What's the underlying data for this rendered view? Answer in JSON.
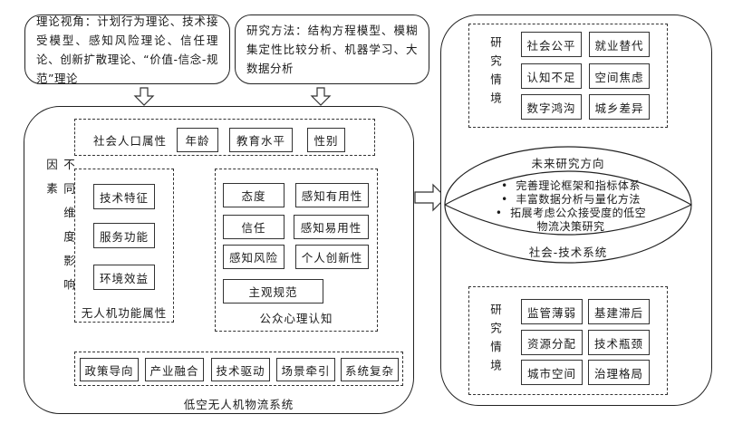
{
  "top": {
    "theory_box": "理论视角：计划行为理论、技术接受模型、感知风险理论、信任理论、创新扩散理论、“价值-信念-规范”理论",
    "method_box": "研究方法：结构方程模型、模糊集定性比较分析、机器学习、大数据分析"
  },
  "left_system": {
    "side_label": "不同维度影响因素",
    "demographic": {
      "label": "社会人口属性",
      "items": [
        "年龄",
        "教育水平",
        "性别"
      ]
    },
    "drone_function": {
      "label": "无人机功能属性",
      "items": [
        "技术特征",
        "服务功能",
        "环境效益"
      ]
    },
    "public_psychology": {
      "label": "公众心理认知",
      "items": [
        "态度",
        "感知有用性",
        "信任",
        "感知易用性",
        "感知风险",
        "个人创新性",
        "主观规范"
      ]
    },
    "system_factors": {
      "items": [
        "政策导向",
        "产业融合",
        "技术驱动",
        "场景牵引",
        "系统复杂"
      ]
    },
    "system_label": "低空无人机物流系统"
  },
  "right_system": {
    "context_top": {
      "label": "研究情境",
      "items": [
        "社会公平",
        "就业替代",
        "认知不足",
        "空间焦虑",
        "数字鸿沟",
        "城乡差异"
      ]
    },
    "future": {
      "title": "未来研究方向",
      "bullets": [
        "完善理论框架和指标体系",
        "丰富数据分析与量化方法",
        "拓展考虑公众接受度的低空物流决策研究"
      ],
      "bullet_glyph": "•",
      "system_label": "社会-技术系统"
    },
    "context_bottom": {
      "label": "研究情境",
      "items": [
        "监管薄弱",
        "基建滞后",
        "资源分配",
        "技术瓶颈",
        "城市空间",
        "治理格局"
      ]
    }
  }
}
